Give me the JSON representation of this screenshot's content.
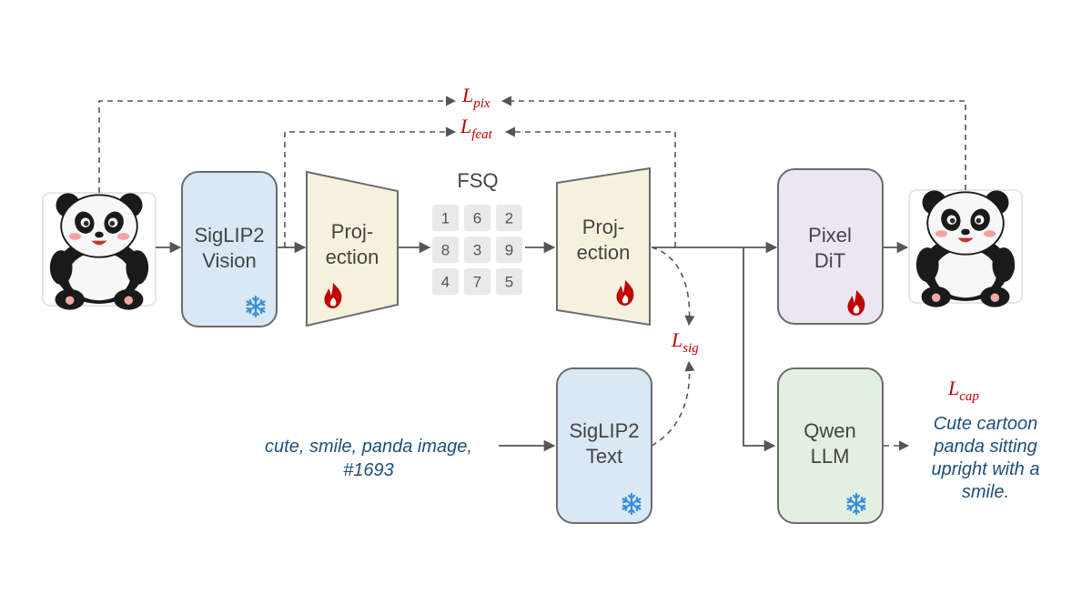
{
  "labels": {
    "siglip_vision": [
      "SigLIP2",
      "Vision"
    ],
    "proj_encoder": [
      "Proj-",
      "ection"
    ],
    "fsq_title": "FSQ",
    "fsq_codes": [
      "1",
      "6",
      "2",
      "8",
      "3",
      "9",
      "4",
      "7",
      "5"
    ],
    "proj_decoder": [
      "Proj-",
      "ection"
    ],
    "pixel_dit": [
      "Pixel",
      "DiT"
    ],
    "siglip_text": [
      "SigLIP2",
      "Text"
    ],
    "qwen_llm": [
      "Qwen",
      "LLM"
    ]
  },
  "losses": {
    "pix": {
      "main": "L",
      "sub": "pix"
    },
    "feat": {
      "main": "L",
      "sub": "feat"
    },
    "sig": {
      "main": "L",
      "sub": "sig"
    },
    "cap": {
      "main": "L",
      "sub": "cap"
    }
  },
  "captions": {
    "input_text": [
      "cute, smile, panda image,",
      "#1693"
    ],
    "output_caption": [
      "Cute cartoon",
      "panda sitting",
      "upright with a",
      "smile."
    ]
  },
  "icons": {
    "frozen": "snowflake-icon",
    "trainable": "flame-icon",
    "input_image": "panda-icon",
    "output_image": "panda-icon"
  },
  "colors": {
    "siglip_fill": "#dae8f5",
    "proj_fill": "#f6f1dc",
    "dit_fill": "#ece6f4",
    "llm_fill": "#e3efdf",
    "box_stroke": "#6b6b6b",
    "loss": "#c00000",
    "caption": "#1f4e79",
    "snowflake": "#3a8fd9",
    "flame": "#c00000"
  }
}
